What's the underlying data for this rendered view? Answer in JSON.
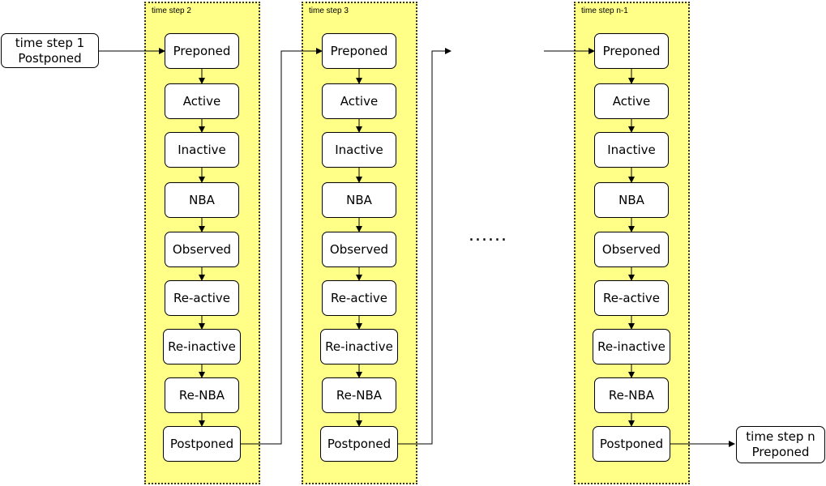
{
  "colors": {
    "column_fill": "#ffff88",
    "column_border": "#333333",
    "node_fill": "#ffffff",
    "line": "#000000"
  },
  "columns": [
    {
      "label": "time step 2"
    },
    {
      "label": "time step 3"
    },
    {
      "label": "time step n-1"
    }
  ],
  "stages": [
    "Preponed",
    "Active",
    "Inactive",
    "NBA",
    "Observed",
    "Re-active",
    "Re-inactive",
    "Re-NBA",
    "Postponed"
  ],
  "start_node": {
    "line1": "time step 1",
    "line2": "Postponed"
  },
  "end_node": {
    "line1": "time step n",
    "line2": "Preponed"
  },
  "ellipsis": "......"
}
